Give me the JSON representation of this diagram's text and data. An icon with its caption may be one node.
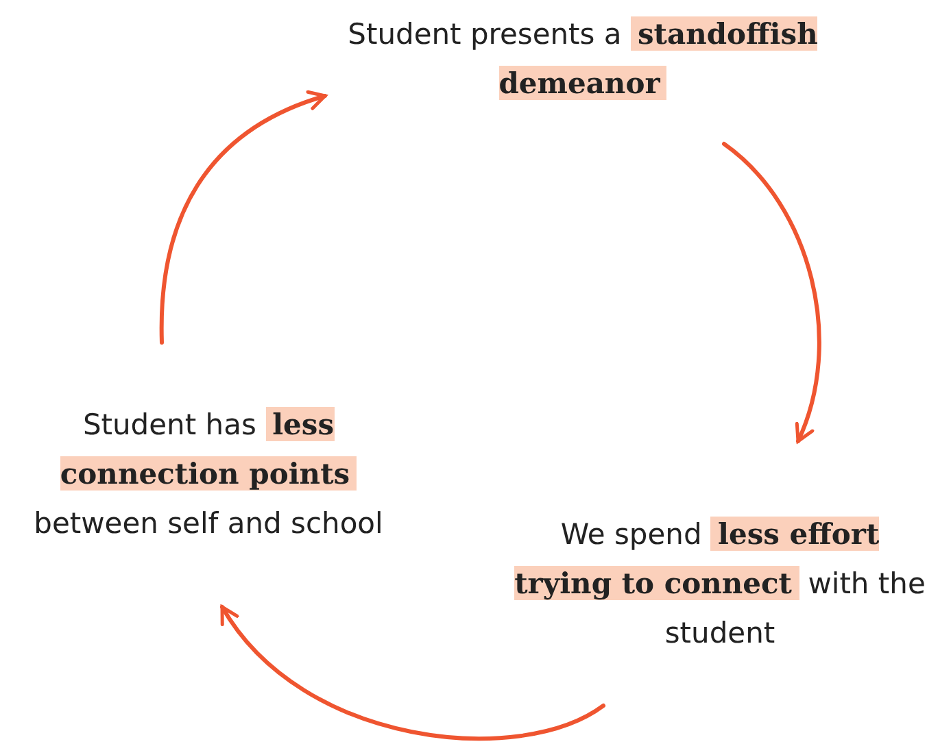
{
  "diagram": {
    "nodes": [
      {
        "text": [
          "Student presents a **standoffish demeanor**"
        ]
      },
      {
        "text": [
          "We spend **less effort trying to connect** with the student"
        ]
      },
      {
        "text": [
          "Student has **less connection points** between self and school"
        ]
      }
    ],
    "edges": [
      {
        "from": 0,
        "to": 1,
        "arrow": "to"
      },
      {
        "from": 1,
        "to": 2,
        "arrow": "to"
      },
      {
        "from": 2,
        "to": 0,
        "arrow": "to"
      }
    ]
  }
}
